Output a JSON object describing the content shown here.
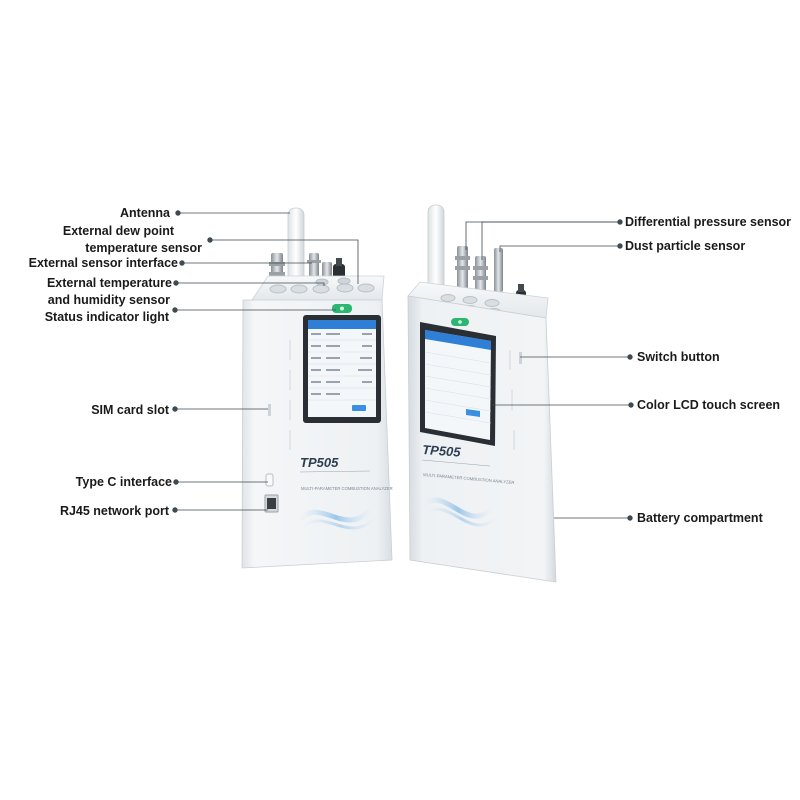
{
  "colors": {
    "leader": "#3f4a52",
    "dot": "#3f4a52",
    "status_light": "#2bb673",
    "housing": "#eef1f3",
    "screen_header": "#2f7fd6"
  },
  "left_labels": {
    "antenna": "Antenna",
    "dew_point_line1": "External dew point",
    "dew_point_line2": "temperature sensor",
    "sensor_interface": "External sensor interface",
    "ext_temp_line1": "External temperature",
    "ext_temp_line2": "and humidity sensor",
    "status_light": "Status indicator light",
    "sim_slot": "SIM card slot",
    "type_c": "Type C interface",
    "rj45": "RJ45 network port"
  },
  "right_labels": {
    "diff_pressure": "Differential pressure sensor",
    "dust_particle": "Dust particle sensor",
    "switch_button": "Switch button",
    "lcd": "Color LCD touch screen",
    "battery": "Battery compartment"
  },
  "device": {
    "model": "TP505",
    "subtitle": "MULTI-PARAMETER COMBUSTION ANALYZER"
  }
}
